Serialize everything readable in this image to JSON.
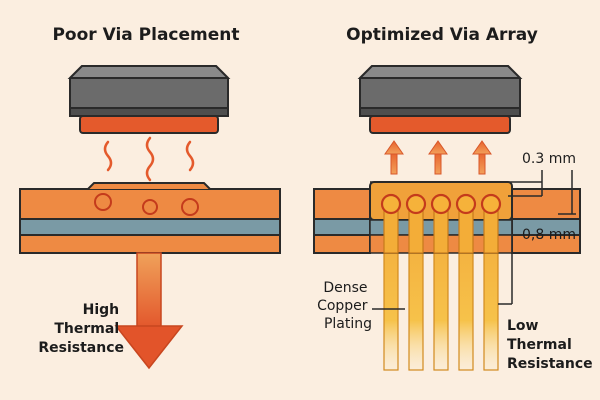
{
  "left_panel": {
    "title": "Poor Via Placement",
    "resistance_label": [
      "High",
      "Thermal",
      "Resistance"
    ]
  },
  "right_panel": {
    "title": "Optimized Via Array",
    "dim_top": "0.3 mm",
    "dim_bottom": "0,8 mm",
    "plating_label": [
      "Dense",
      "Copper",
      "Plating"
    ],
    "resistance_label": [
      "Low",
      "Thermal",
      "Resistance"
    ]
  },
  "colors": {
    "background": "#fbeee0",
    "component_body": "#6d6d6d",
    "copper_orange": "#ee8a43",
    "heat_red": "#e45a2c",
    "core_blue": "#7a9aa5",
    "via_gold": "#f4b333",
    "outline": "#2a2a2a"
  }
}
